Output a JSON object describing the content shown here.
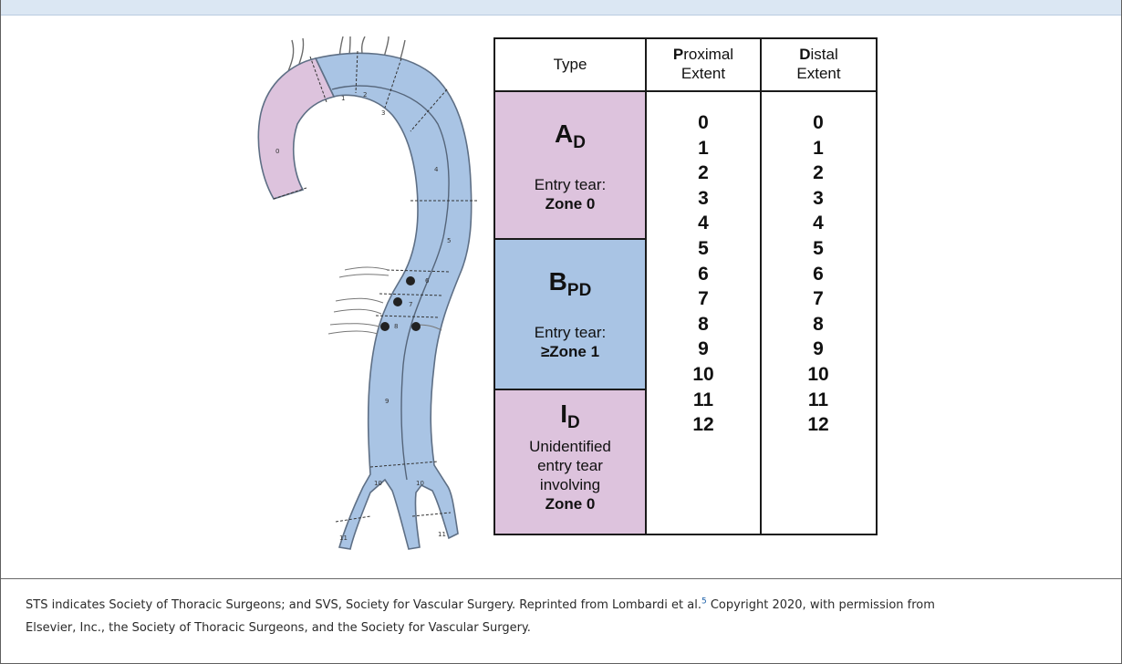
{
  "caption": {
    "text_a": "STS indicates Society of Thoracic Surgeons; and SVS, Society for Vascular Surgery. Reprinted from Lombardi et al.",
    "ref": "5",
    "text_b": " Copyright 2020, with permission from",
    "line2": "Elsevier, Inc., the Society of Thoracic Surgeons, and the Society for Vascular Surgery."
  },
  "diagram": {
    "zone_labels": [
      "0",
      "1",
      "2",
      "3",
      "4",
      "5",
      "6",
      "7",
      "8",
      "9",
      "10",
      "10",
      "11",
      "11"
    ]
  },
  "table": {
    "headers": {
      "type": "Type",
      "proximal_first": "P",
      "proximal_rest": "roximal",
      "proximal_line2": "Extent",
      "distal_first": "D",
      "distal_rest": "istal",
      "distal_line2": "Extent"
    },
    "types": [
      {
        "letter": "A",
        "sub": "D",
        "entry_line1": "Entry tear:",
        "entry_line2": "Zone 0",
        "color": "#ddc3dd"
      },
      {
        "letter": "B",
        "sub": "PD",
        "entry_line1": "Entry tear:",
        "entry_line2": "≥Zone 1",
        "color": "#a9c4e4"
      },
      {
        "letter": "I",
        "sub": "D",
        "entry_line1": "Unidentified",
        "entry_line2": "entry tear",
        "entry_line3": "involving",
        "entry_line4": "Zone 0",
        "color": "#ddc3dd"
      }
    ],
    "proximal": [
      "0",
      "1",
      "2",
      "3",
      "4",
      "5",
      "6",
      "7",
      "8",
      "9",
      "10",
      "11",
      "12"
    ],
    "distal": [
      "0",
      "1",
      "2",
      "3",
      "4",
      "5",
      "6",
      "7",
      "8",
      "9",
      "10",
      "11",
      "12"
    ]
  }
}
